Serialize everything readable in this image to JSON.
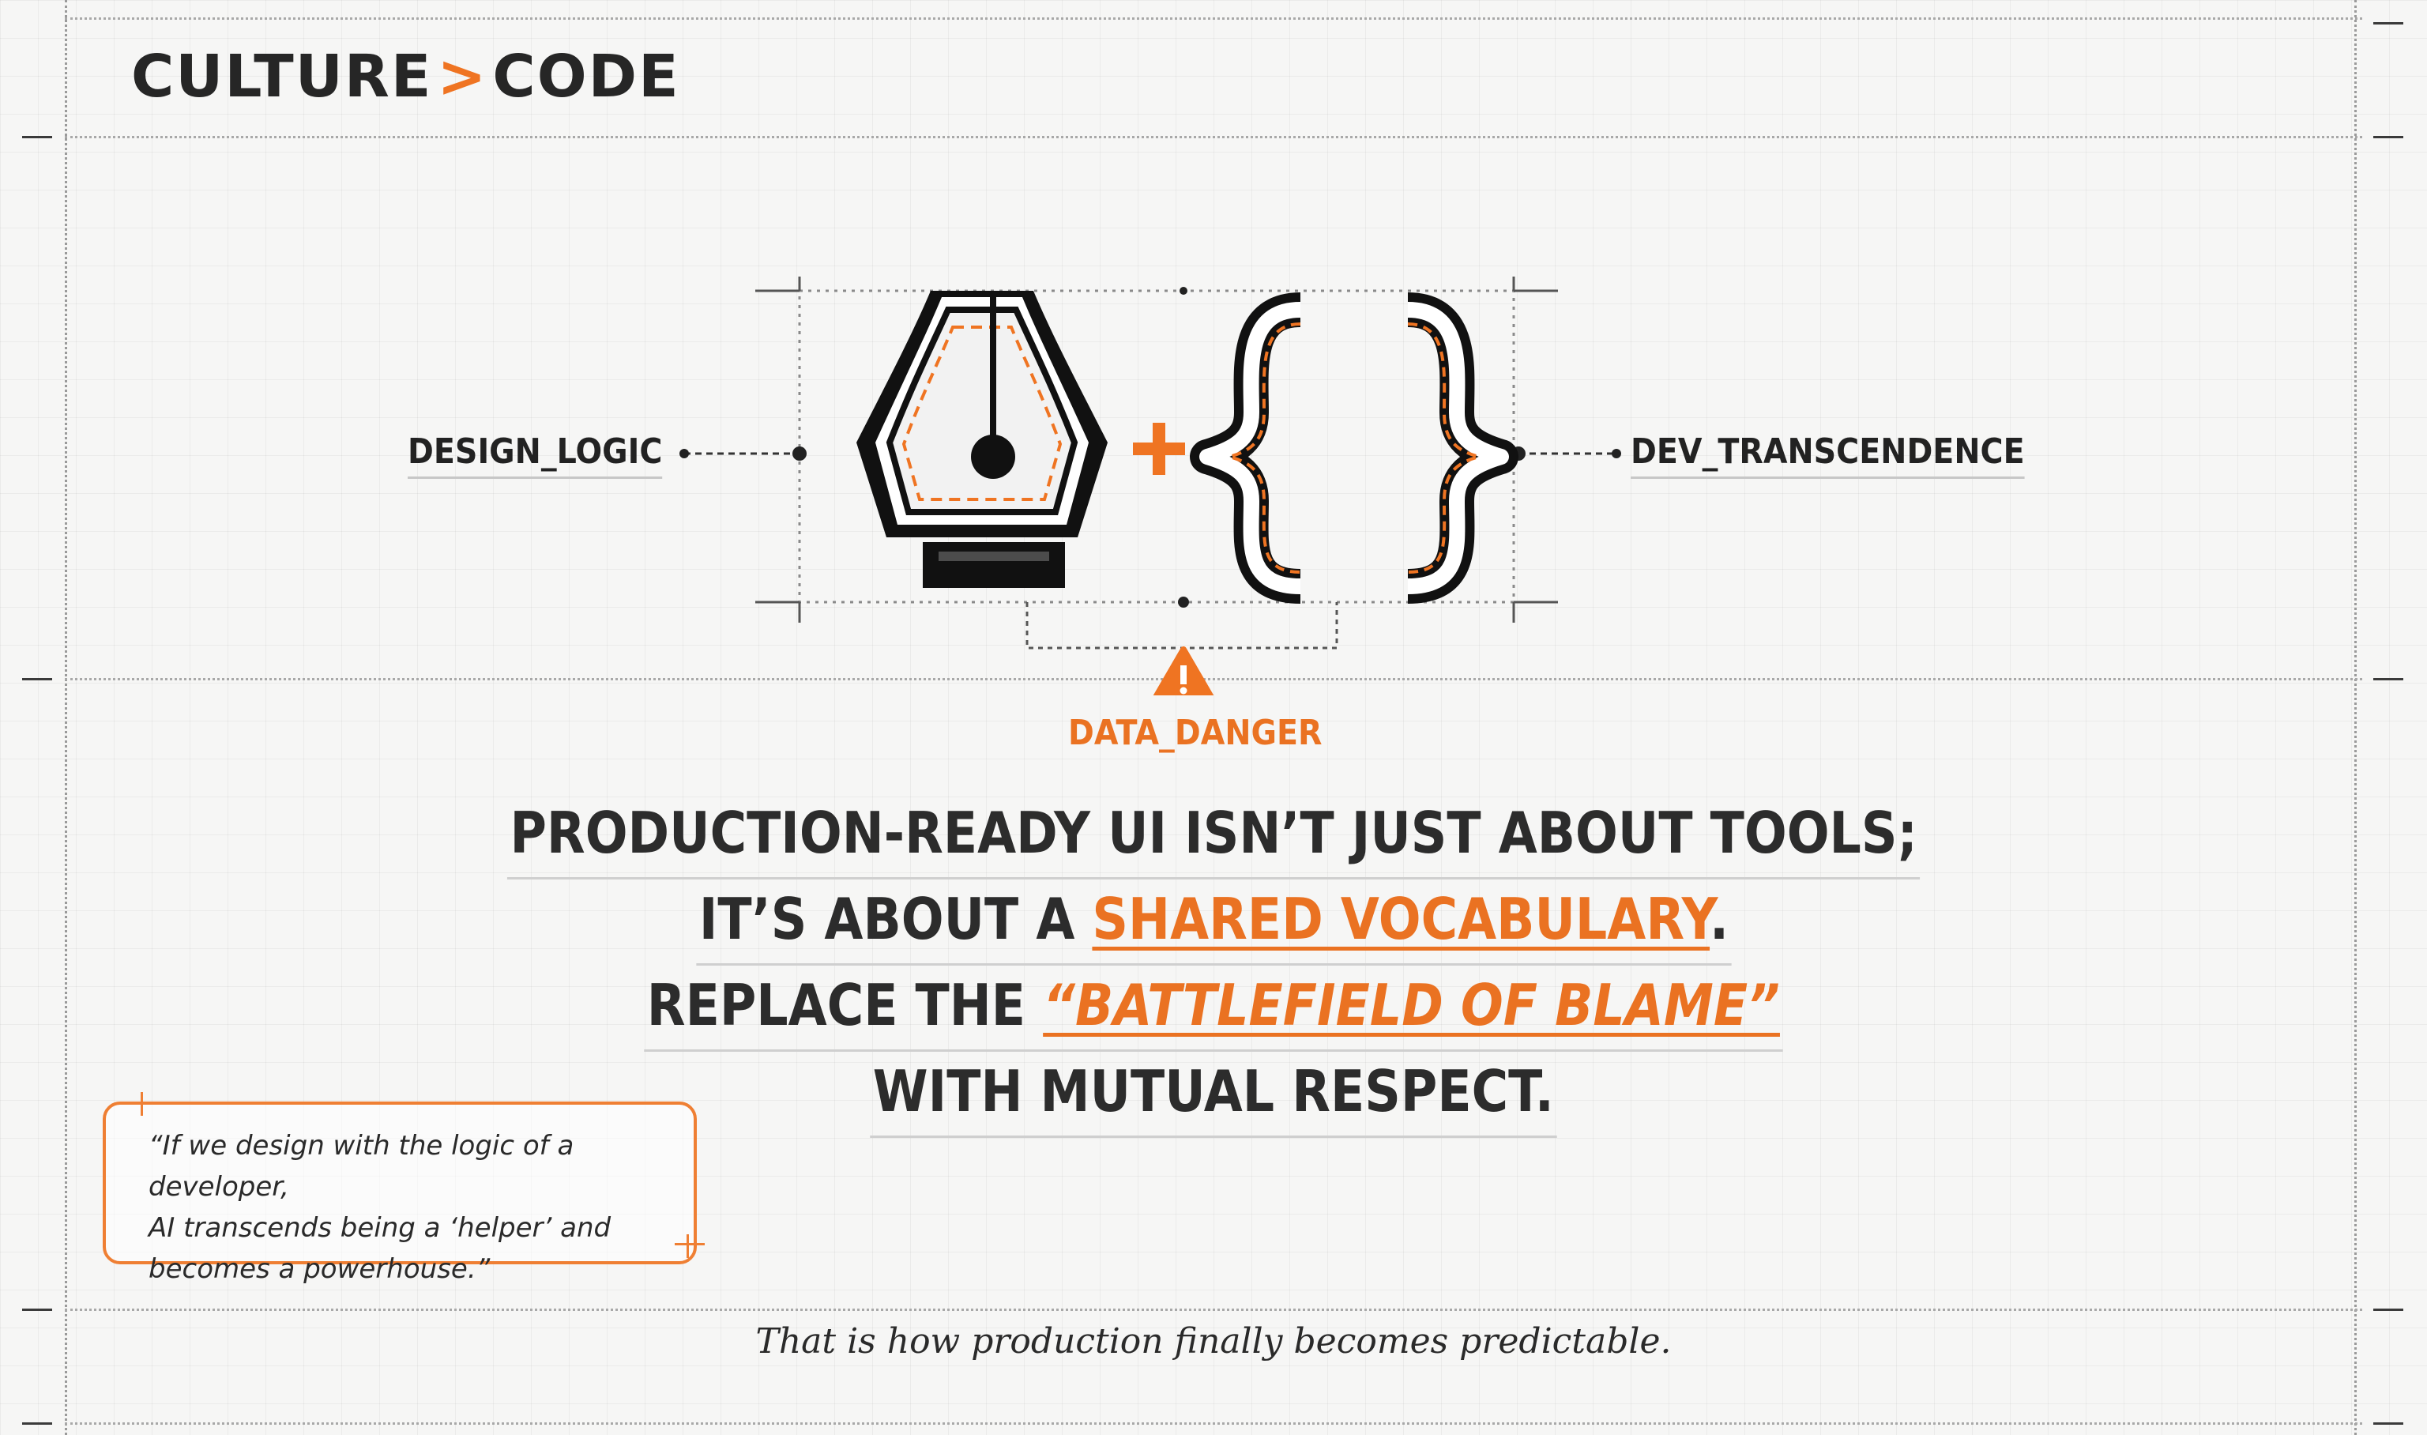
{
  "brand": {
    "left": "CULTURE",
    "separator": ">",
    "right": "CODE"
  },
  "diagram": {
    "left_label": "DESIGN_LOGIC",
    "right_label": "DEV_TRANSCENDENCE",
    "operator": "+",
    "warning_label": "DATA_DANGER",
    "icons": [
      "pen-nib-icon",
      "plus-icon",
      "curly-braces-icon",
      "warning-icon"
    ]
  },
  "headline": {
    "line1": "PRODUCTION-READY UI ISN’T JUST ABOUT TOOLS;",
    "line2_prefix": "IT’S ABOUT A ",
    "line2_highlight": "SHARED VOCABULARY",
    "line2_suffix": ".",
    "line3_prefix": "REPLACE THE ",
    "line3_highlight": "“BATTLEFIELD OF BLAME”",
    "line4": "WITH MUTUAL RESPECT."
  },
  "quote": {
    "line1": "“If we  design with the logic of a developer,",
    "line2": "AI transcends being a ‘helper’ and",
    "line3": "becomes a powerhouse.”"
  },
  "footer": {
    "text": "That is how production finally becomes predictable."
  },
  "colors": {
    "accent": "#ea7222",
    "ink": "#262626",
    "background": "#f6f6f5"
  }
}
